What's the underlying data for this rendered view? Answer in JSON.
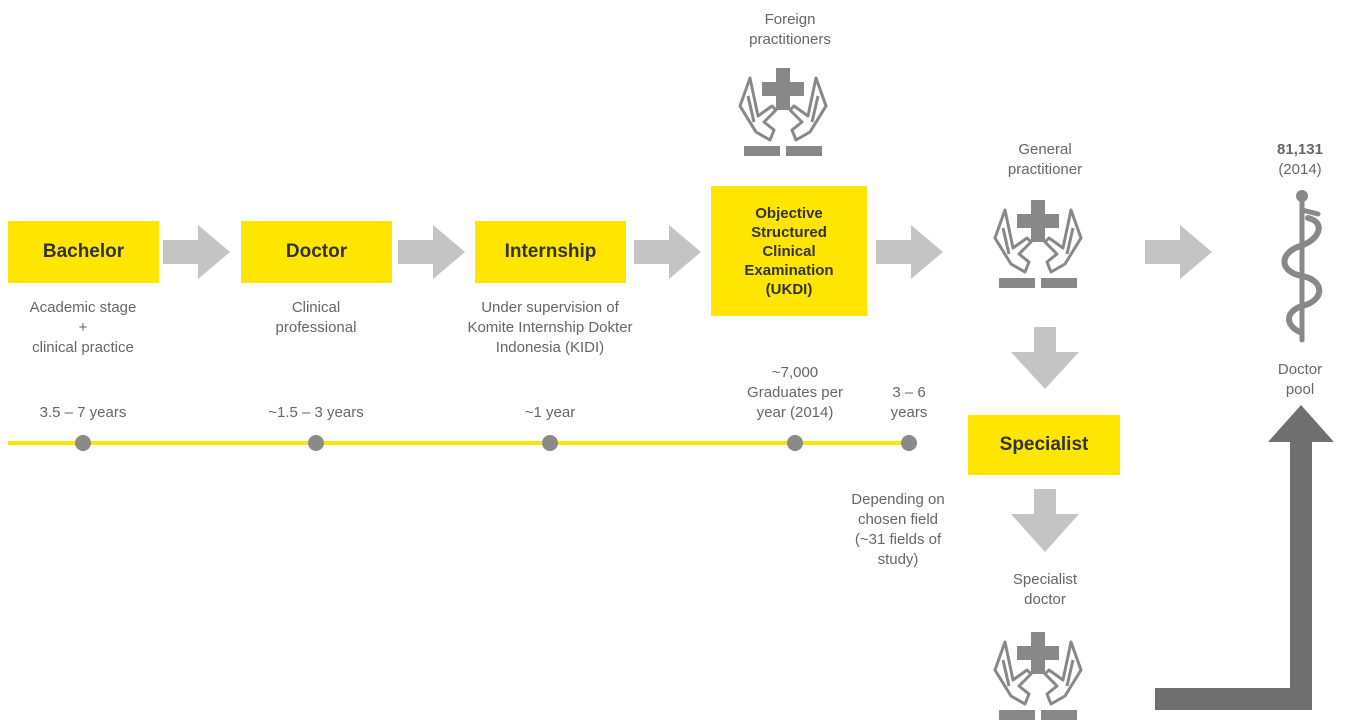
{
  "stages": {
    "bachelor": "Bachelor",
    "doctor": "Doctor",
    "internship": "Internship",
    "osce": [
      "Objective",
      "Structured",
      "Clinical",
      "Examination",
      "(UKDI)"
    ],
    "specialist": "Specialist"
  },
  "descriptions": {
    "bachelor": [
      "Academic stage",
      "+",
      "clinical practice"
    ],
    "doctor": [
      "Clinical",
      "professional"
    ],
    "internship": [
      "Under supervision of",
      "Komite Internship Dokter",
      "Indonesia (KIDI)"
    ],
    "specialist": [
      "Depending on",
      "chosen field",
      "(~31 fields of",
      "study)"
    ]
  },
  "durations": {
    "bachelor": "3.5 – 7 years",
    "doctor": "~1.5 – 3 years",
    "internship": "~1 year",
    "graduates": [
      "~7,000",
      "Graduates per",
      "year (2014)"
    ],
    "specialist": [
      "3 – 6",
      "years"
    ]
  },
  "labels": {
    "foreign": [
      "Foreign",
      "practitioners"
    ],
    "general": [
      "General",
      "practitioner"
    ],
    "specialist_doctor": [
      "Specialist",
      "doctor"
    ],
    "pool_count": "81,131",
    "pool_year": "(2014)",
    "pool": [
      "Doctor",
      "pool"
    ]
  },
  "colors": {
    "accent": "#ffe600",
    "arrow": "#c4c4c4",
    "dark_arrow": "#707070",
    "icon": "#888888",
    "dot": "#8a8a8a"
  },
  "icons": [
    "caring-hands-cross-icon",
    "rod-of-asclepius-icon"
  ]
}
